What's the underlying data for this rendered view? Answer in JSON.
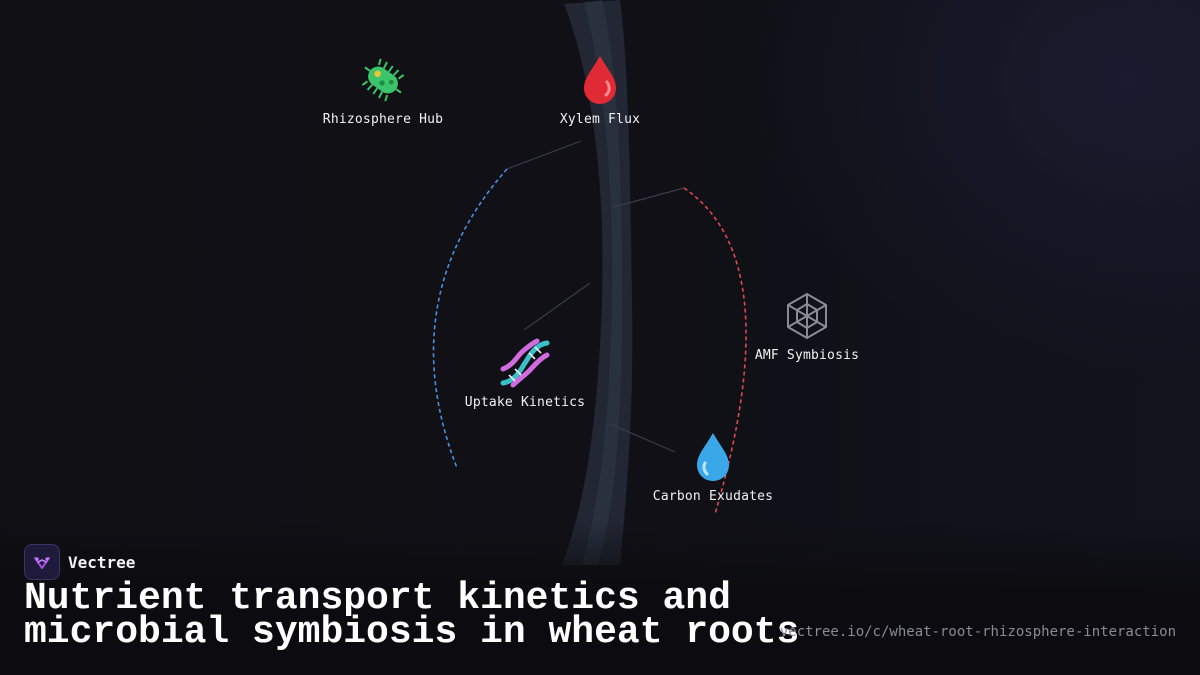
{
  "diagram": {
    "nodes": [
      {
        "label": "Rhizosphere Hub",
        "icon": "microbe-icon"
      },
      {
        "label": "Xylem Flux",
        "icon": "blood-drop-icon"
      },
      {
        "label": "AMF Symbiosis",
        "icon": "spider-web-icon"
      },
      {
        "label": "Uptake Kinetics",
        "icon": "dna-icon"
      },
      {
        "label": "Carbon Exudates",
        "icon": "water-drop-icon"
      }
    ],
    "colors": {
      "left_arc": "#4a8fe0",
      "right_arc": "#e0484e",
      "root": "#2a3140",
      "connector": "#3a3d48"
    }
  },
  "brand": {
    "name": "Vectree",
    "logo_icon": "vectree-logo-icon"
  },
  "title": {
    "line1": "Nutrient transport kinetics and",
    "line2": "microbial symbiosis in wheat roots"
  },
  "url": "vectree.io/c/wheat-root-rhizosphere-interaction"
}
